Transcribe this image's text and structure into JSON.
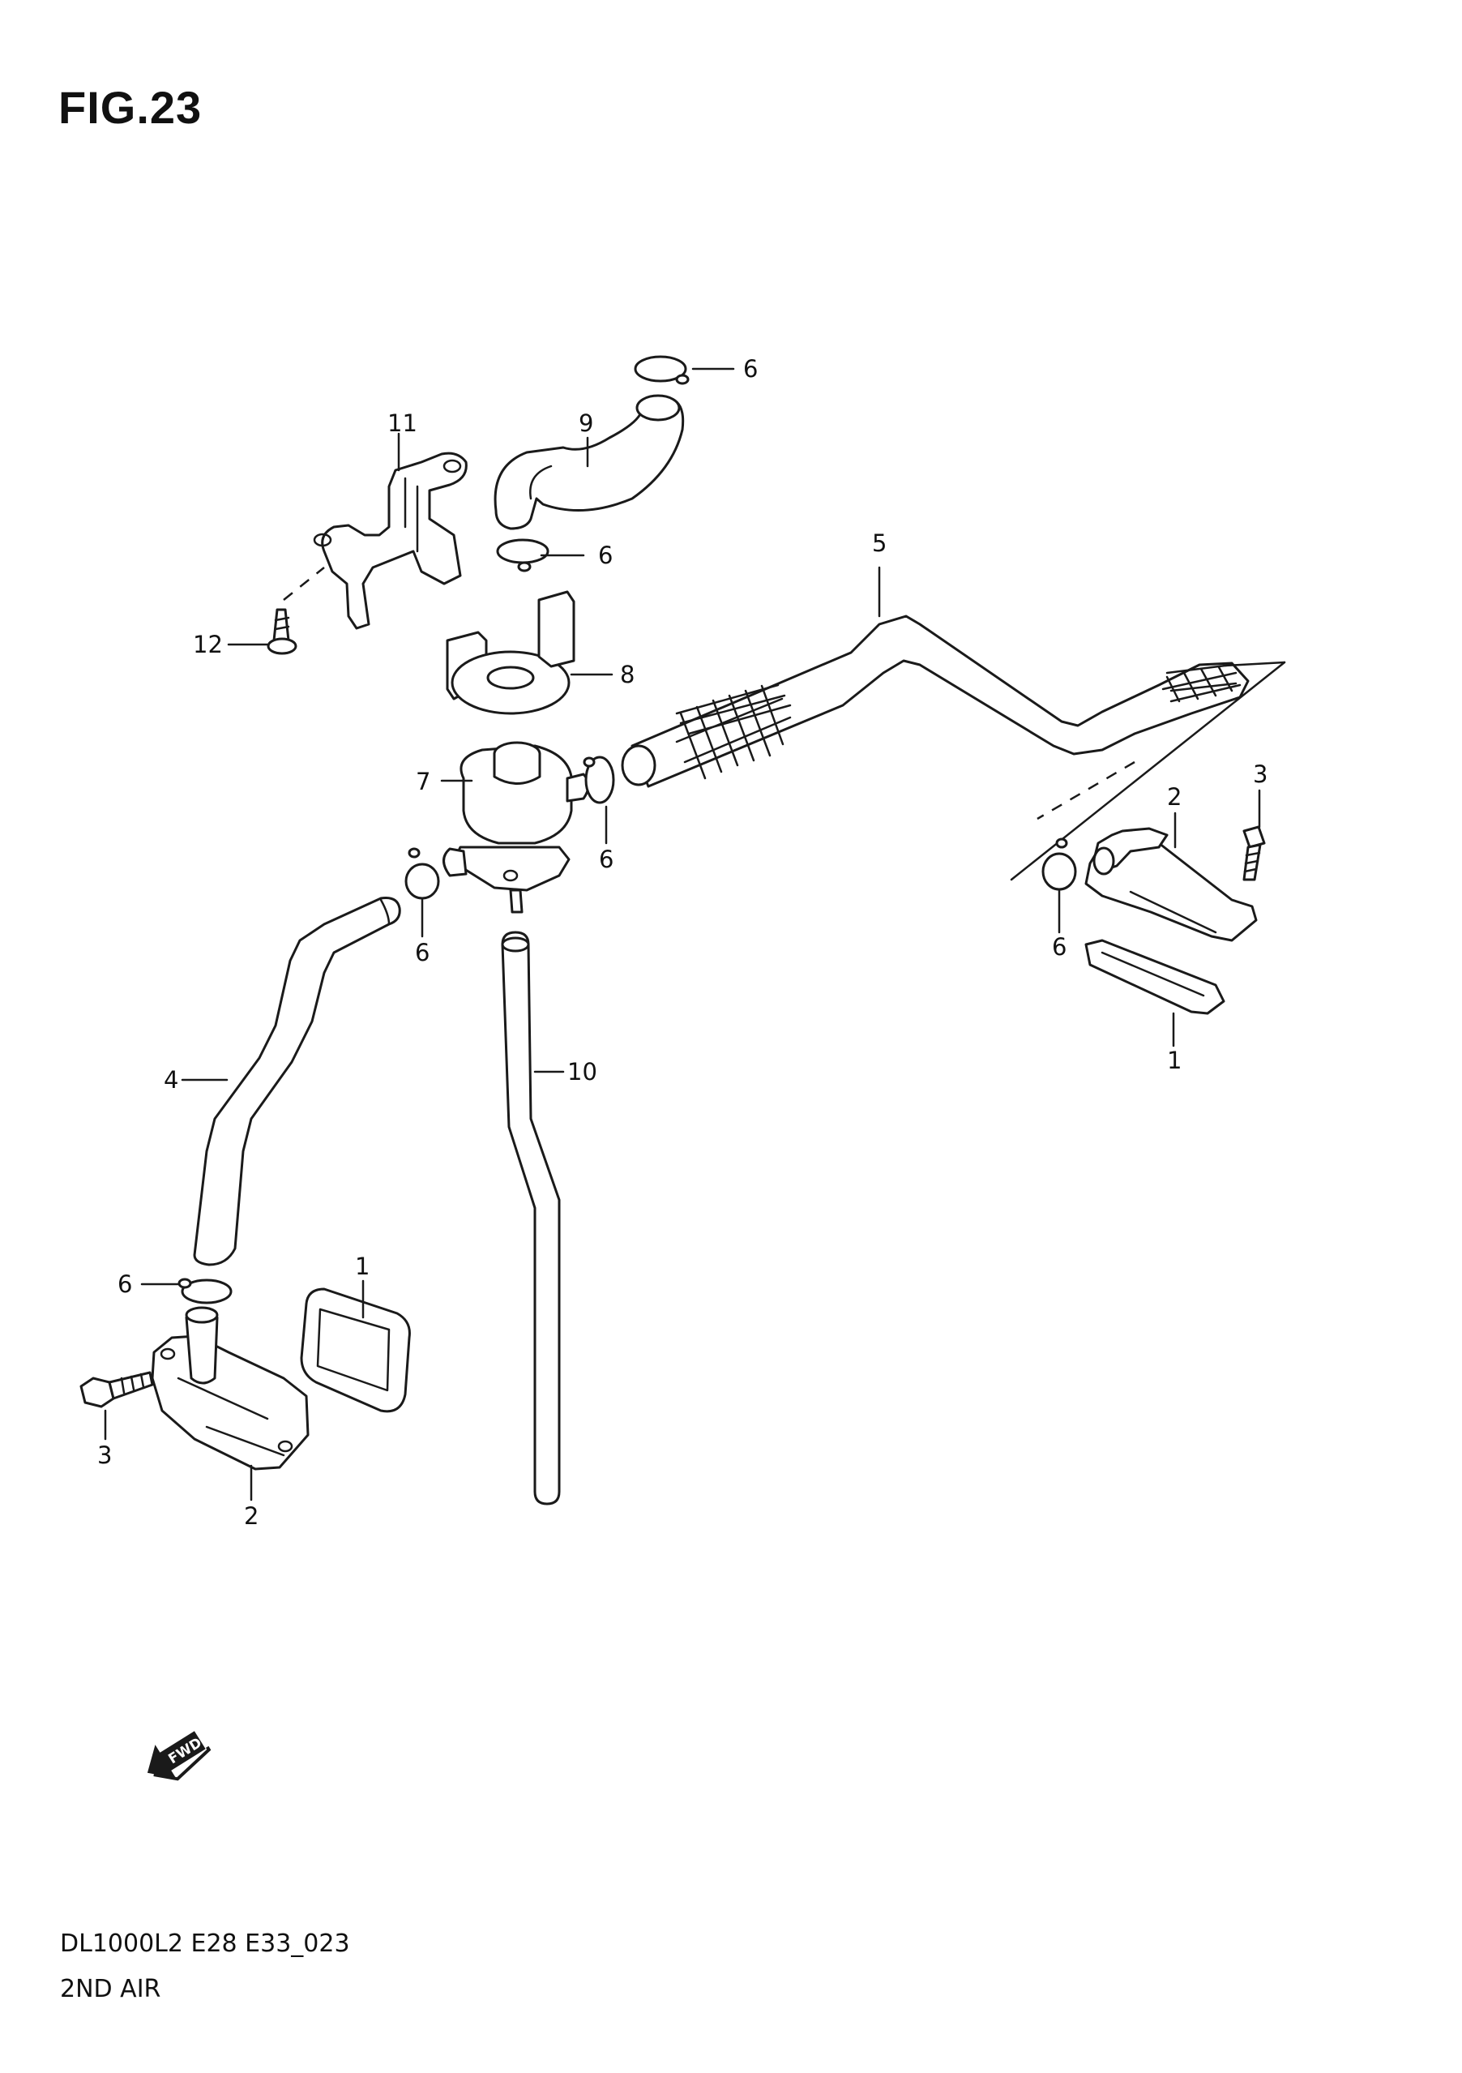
{
  "figure": {
    "title": "FIG.23"
  },
  "callouts": {
    "c1a": "1",
    "c1b": "1",
    "c2a": "2",
    "c2b": "2",
    "c3a": "3",
    "c3b": "3",
    "c4": "4",
    "c5": "5",
    "c6a": "6",
    "c6b": "6",
    "c6c": "6",
    "c6d": "6",
    "c6e": "6",
    "c6f": "6",
    "c7": "7",
    "c8": "8",
    "c9": "9",
    "c10": "10",
    "c11": "11",
    "c12": "12"
  },
  "direction_marker": {
    "label": "FWD",
    "icon": "fwd-arrow-icon"
  },
  "footer": {
    "code": "DL1000L2 E28 E33_023",
    "name": "2ND AIR"
  }
}
